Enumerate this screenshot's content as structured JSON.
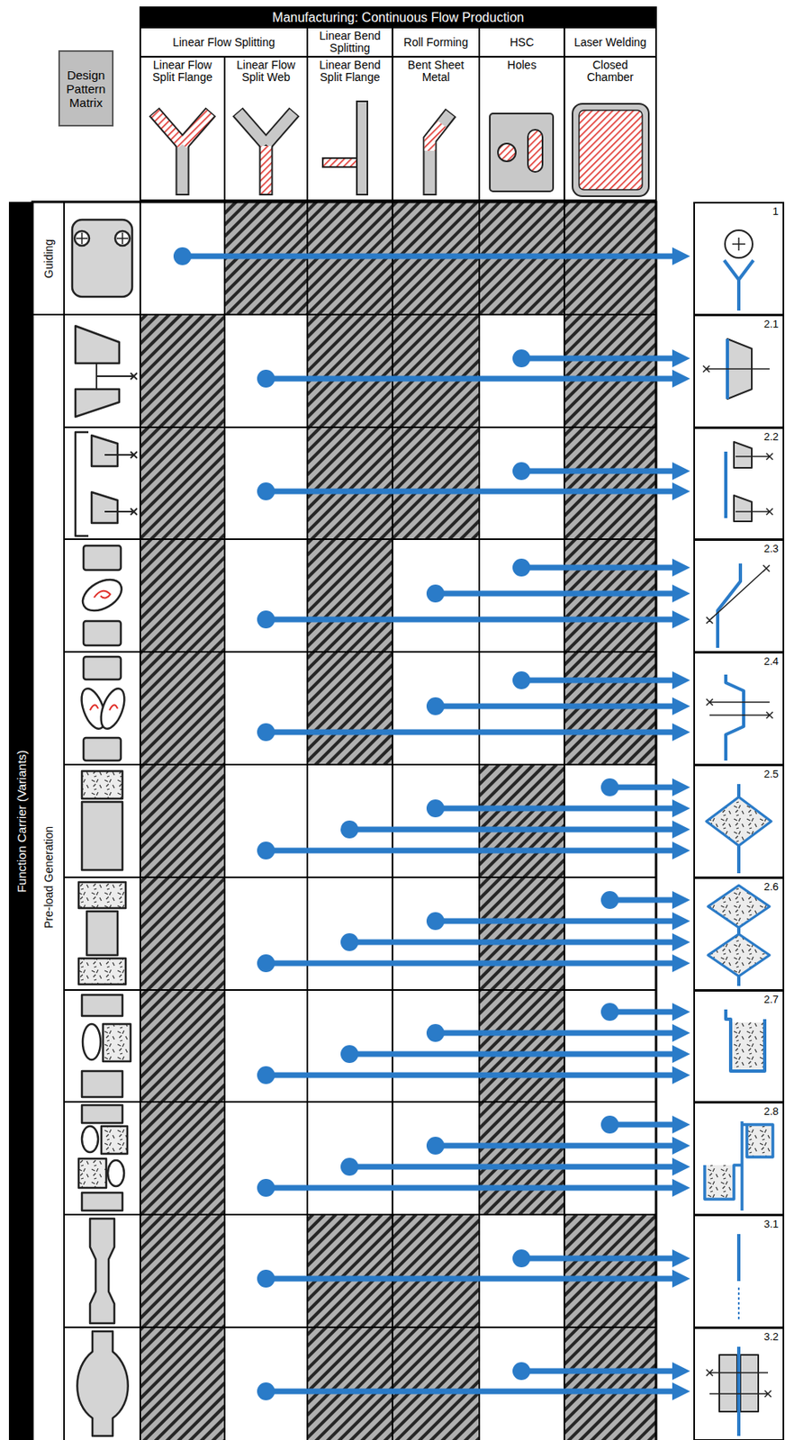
{
  "diagram": {
    "nodes": [
      {
        "text": [
          "Manufacturing: Continuous Flow Production"
        ]
      },
      {
        "text": [
          "Linear Flow Splitting"
        ]
      },
      {
        "text": [
          "Linear Bend Splitting"
        ]
      },
      {
        "text": [
          "Roll Forming"
        ]
      },
      {
        "text": [
          "HSC"
        ]
      },
      {
        "text": [
          "Laser Welding"
        ]
      },
      {
        "text": [
          "Design Pattern Matrix"
        ]
      },
      {
        "text": [
          "Linear Flow Split Flange"
        ]
      },
      {
        "text": [
          "Linear Flow Split Web"
        ]
      },
      {
        "text": [
          "Linear Bend Split Flange"
        ]
      },
      {
        "text": [
          "Bent Sheet Metal"
        ]
      },
      {
        "text": [
          "Holes"
        ]
      },
      {
        "text": [
          "Closed Chamber"
        ]
      },
      {
        "text": [
          "Function Carrier (Variants)"
        ]
      },
      {
        "text": [
          "Guiding"
        ]
      },
      {
        "text": [
          "Pre-load Generation"
        ]
      },
      {
        "text": [
          "1"
        ]
      },
      {
        "text": [
          "2.1"
        ]
      },
      {
        "text": [
          "2.2"
        ]
      },
      {
        "text": [
          "2.3"
        ]
      },
      {
        "text": [
          "2.4"
        ]
      },
      {
        "text": [
          "2.5"
        ]
      },
      {
        "text": [
          "2.6"
        ]
      },
      {
        "text": [
          "2.7"
        ]
      },
      {
        "text": [
          "2.8"
        ]
      },
      {
        "text": [
          "3.1"
        ]
      },
      {
        "text": [
          "3.2"
        ]
      }
    ]
  }
}
